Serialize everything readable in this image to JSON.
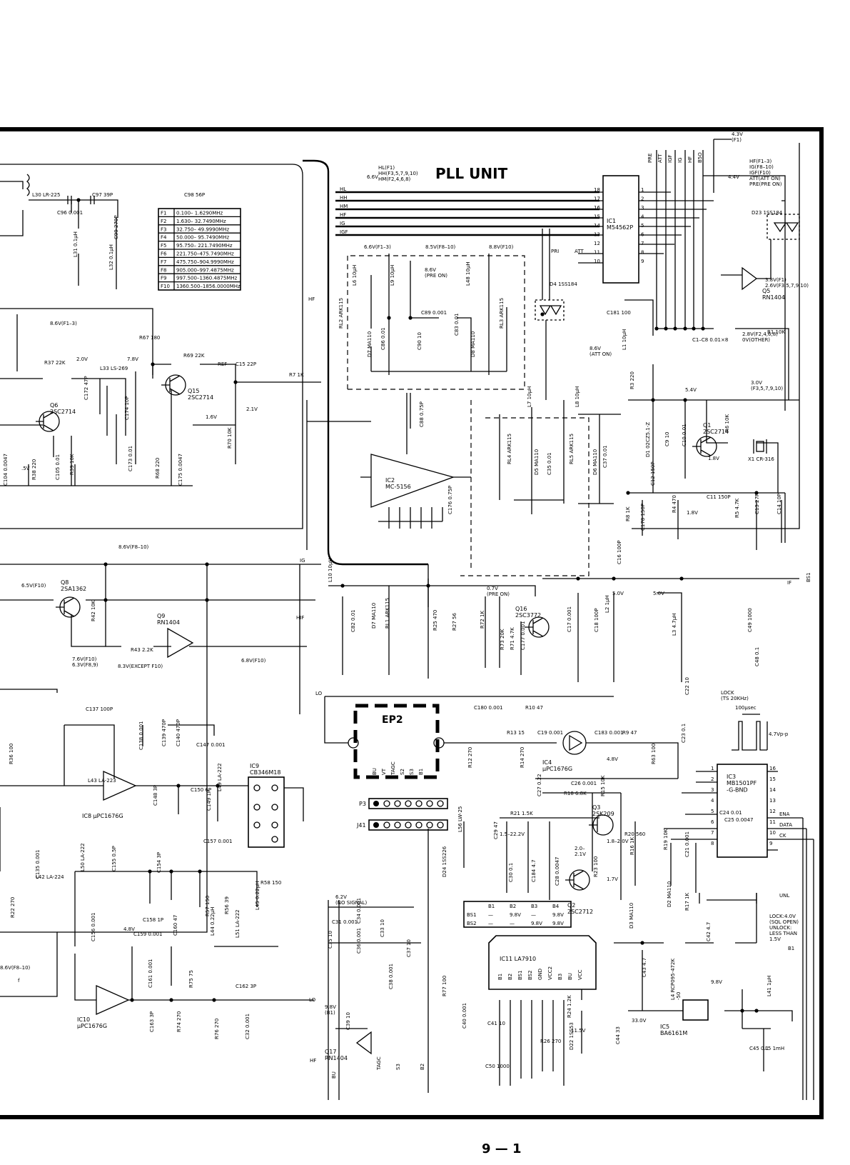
{
  "title": "PLL UNIT",
  "page_number": "9 — 1",
  "ep2_label": "EP2",
  "freq_table": [
    [
      "F1",
      "0.100– 1.6290MHz"
    ],
    [
      "F2",
      "1.630– 32.7490MHz"
    ],
    [
      "F3",
      "32.750– 49.9990MHz"
    ],
    [
      "F4",
      "50.000– 95.7490MHz"
    ],
    [
      "F5",
      "95.750– 221.7490MHz"
    ],
    [
      "F6",
      "221.750–475.7490MHz"
    ],
    [
      "F7",
      "475.750–904.9990MHz"
    ],
    [
      "F8",
      "905.000–997.4875MHz"
    ],
    [
      "F9",
      "997.500–1360.4875MHz"
    ],
    [
      "F10",
      "1360.500–1856.0000MHz"
    ]
  ],
  "ic_labels": {
    "ic1": "IC1\nM54562P",
    "ic2": "IC2\nMC-5156",
    "ic3": "IC3\nMB1501PF\n-G-BND",
    "ic4": "IC4\nµPC1676G",
    "ic5": "IC5\nBA6161M",
    "ic8": "IC8 µPC1676G",
    "ic9": "IC9\nCB346M18",
    "ic10": "IC10\nµPC1676G",
    "ic11": "IC11  LA7910"
  },
  "transistor_labels": {
    "q1": "Q1\n2SC2714",
    "q2": "Q2\n2SC2712",
    "q3": "Q3\n2SK209",
    "q5": "Q5\nRN1404",
    "q6": "Q6\n2SC2714",
    "q8": "Q8\n2SA1362",
    "q9": "Q9\nRN1404",
    "q15": "Q15\n2SC2714",
    "q16": "Q16\n2SC3772",
    "q17": "Q17\nRN1404"
  },
  "bus_lines": [
    "HL",
    "HH",
    "HM",
    "HF",
    "IG",
    "IGF"
  ],
  "ic1_left_pins": [
    "18",
    "17",
    "16",
    "15",
    "14",
    "13",
    "12",
    "11",
    "10"
  ],
  "ic1_right_pins": [
    "1",
    "2",
    "3",
    "4",
    "5",
    "6",
    "7",
    "8",
    "9"
  ],
  "top_right_bus": [
    "PRE",
    "ATT",
    "IGF",
    "IG",
    "HF",
    "B5O"
  ],
  "ic3_pins_left": [
    "1",
    "2",
    "3",
    "4",
    "5",
    "6",
    "7",
    "8"
  ],
  "ic3_pins_right": [
    "16",
    "15",
    "14",
    "13",
    "12",
    "11",
    "10",
    "9"
  ],
  "ic3_signals": [
    "ENA",
    "DATA",
    "CK"
  ],
  "connector_p3": "P3",
  "connector_j41": "J41",
  "ep2_pins": [
    "BU",
    "VT",
    "TAGC",
    "S2",
    "S3",
    "B1"
  ],
  "bs_table": {
    "headers": [
      "",
      "B1",
      "B2",
      "B3",
      "B4"
    ],
    "rows": [
      [
        "BS1",
        "—",
        "9.8V",
        "—",
        "9.8V"
      ],
      [
        "BS2",
        "—",
        "—",
        "9.8V",
        "9.8V"
      ]
    ]
  },
  "ic11_pins": [
    "B1",
    "B2",
    "BS1",
    "BS2",
    "GND",
    "VCC2",
    "B3",
    "BU",
    "VCC"
  ],
  "annotations": {
    "hl_note": "HL(F1)\nHH(F3,5,7,9,10)\nHM(F2,4,6,8)",
    "v66_short": "6.6V",
    "hf_note": "HF(F1–3)\nIG(F8–10)\nIGF(F10)\nATT(ATT ON)\nPRE(PRE ON)",
    "v43": "4.3V\n(F1)",
    "v44": "4.4V",
    "v66_f13": "6.6V(F1–3)",
    "v85_f810": "8.5V(F8–10)",
    "v88_f10": "8.8V(F10)",
    "v86_preon": "8.6V\n(PRE ON)",
    "v86_atton": "8.6V\n(ATT ON)",
    "v86_f13": "8.6V(F1–3)",
    "v38": "3.8V(F1)\n2.6V(F3,5,7,9,10)",
    "v28": "2.8V(F2,4,6,8)\n0V(OTHER)",
    "v30": "3.0V\n(F3,5,7,9,10)",
    "v54": "5.4V",
    "v18a": "1.8V",
    "v18b": "1.8V",
    "v20": "2.0V",
    "v78": "7.8V",
    "v21": "2.1V",
    "v16": "1.6V",
    "v86_f810": "8.6V(F8–10)",
    "v65_f10": "6.5V(F10)",
    "v76": "7.6V(F10)\n6.3V(F8,9)",
    "v83": "8.3V(EXCEPT F10)",
    "v68_f10": "6.8V(F10)",
    "v07": "0.7V\n(PRE ON)",
    "v50a": "5.0V",
    "v50b": "5.0V",
    "lock": "LOCK\n(TS 20KHz)",
    "usec": "100µsec",
    "vpp": "4.7Vp-p",
    "v48": "4.8V",
    "v48b": "4.8V",
    "v15_22": "1.5–22.2V",
    "v20_21": "2.0–\n2.1V",
    "v18_20": "1.8–2.0V",
    "v17": "1.7V",
    "v62": "6.2V\n(NO SIGNAL)",
    "v98a": "9.8V\n(B1)",
    "v98b": "9.8V",
    "v330": "33.0V",
    "v115": "11.5V",
    "lockv": "LOCK:4.0V\n(SQL OPEN)\nUNLOCK:\nLESS THAN\n1.5V",
    "v86_f810b": "8.6V(F8–10)",
    "v5": ".5V"
  },
  "net_labels": [
    "HF",
    "IG",
    "HIF",
    "LO",
    "IF",
    "BS1",
    "HF",
    "REF",
    "PRI",
    "ATT",
    "UNL",
    "TAGC",
    "S3",
    "B2",
    "BU",
    "B1",
    "LO",
    "f"
  ],
  "components": [
    [
      "L30",
      "LR-225"
    ],
    [
      "C97",
      "39P"
    ],
    [
      "C98",
      "56P"
    ],
    [
      "C96",
      "0.001"
    ],
    [
      "C99",
      "270P"
    ],
    [
      "L31",
      "0.1µH"
    ],
    [
      "L32",
      "0.1µH"
    ],
    [
      "R37",
      "22K"
    ],
    [
      "L33",
      "LS-269"
    ],
    [
      "R67",
      "180"
    ],
    [
      "R69",
      "22K"
    ],
    [
      "C15",
      "22P"
    ],
    [
      "R7",
      "1K"
    ],
    [
      "C172",
      "47P"
    ],
    [
      "C174",
      "10P"
    ],
    [
      "Q15",
      ""
    ],
    [
      "R68",
      "220"
    ],
    [
      "C175",
      "0.0047"
    ],
    [
      "C173",
      "0.01"
    ],
    [
      "R70",
      "10K"
    ],
    [
      "R38",
      "220"
    ],
    [
      "C105",
      "0.01"
    ],
    [
      "R39",
      "10K"
    ],
    [
      "C104",
      "0.0047"
    ],
    [
      "L6",
      "10µH"
    ],
    [
      "L9",
      "10µH"
    ],
    [
      "L48",
      "10µH"
    ],
    [
      "RL2",
      "ARK115"
    ],
    [
      "RL3",
      "ARK115"
    ],
    [
      "D7",
      "MA110"
    ],
    [
      "D8",
      "MA110"
    ],
    [
      "C86",
      "0.01"
    ],
    [
      "C89",
      "0.001"
    ],
    [
      "C90",
      "10"
    ],
    [
      "C83",
      "0.01"
    ],
    [
      "D4",
      "1SS184"
    ],
    [
      "C181",
      "100"
    ],
    [
      "C1–C8",
      "0.01×8"
    ],
    [
      "D23",
      "1SS184"
    ],
    [
      "R1",
      "10K"
    ],
    [
      "C88",
      "0.75P"
    ],
    [
      "C176",
      "0.75P"
    ],
    [
      "L7",
      "10µH"
    ],
    [
      "L8",
      "10µH"
    ],
    [
      "RL4",
      "ARK115"
    ],
    [
      "RL5",
      "ARK115"
    ],
    [
      "D5",
      "MA110"
    ],
    [
      "D6",
      "MA110"
    ],
    [
      "C35",
      "0.01"
    ],
    [
      "C37",
      "0.01"
    ],
    [
      "L1",
      "10µH"
    ],
    [
      "R3",
      "220"
    ],
    [
      "D1",
      "02CZ5.1-Z"
    ],
    [
      "C9",
      "10"
    ],
    [
      "C10",
      "0.01"
    ],
    [
      "R6",
      "10K"
    ],
    [
      "X1",
      "CR-316"
    ],
    [
      "C12",
      "150P"
    ],
    [
      "C11",
      "150P"
    ],
    [
      "R8",
      "1K"
    ],
    [
      "C178",
      "150P"
    ],
    [
      "R4",
      "470"
    ],
    [
      "R5",
      "4.7K"
    ],
    [
      "C13",
      "27P"
    ],
    [
      "C14",
      "10P"
    ],
    [
      "C16",
      "100P"
    ],
    [
      "R42",
      "10K"
    ],
    [
      "R43",
      "2.2K"
    ],
    [
      "L10",
      "10µH"
    ],
    [
      "C82",
      "0.01"
    ],
    [
      "D7",
      "MA110"
    ],
    [
      "RL1",
      "ARK115"
    ],
    [
      "R25",
      "470"
    ],
    [
      "R27",
      "56"
    ],
    [
      "R72",
      "1K"
    ],
    [
      "R73",
      "20K"
    ],
    [
      "R71",
      "4.7K"
    ],
    [
      "C177",
      "0.001"
    ],
    [
      "C17",
      "0.001"
    ],
    [
      "C18",
      "100P"
    ],
    [
      "L2",
      "1µH"
    ],
    [
      "L3",
      "4.7µH"
    ],
    [
      "C49",
      "1000"
    ],
    [
      "C48",
      "0.1"
    ],
    [
      "C180",
      "0.001"
    ],
    [
      "R10",
      "47"
    ],
    [
      "R12",
      "270"
    ],
    [
      "R13",
      "15"
    ],
    [
      "R14",
      "270"
    ],
    [
      "C19",
      "0.001"
    ],
    [
      "C183",
      "0.001"
    ],
    [
      "R9",
      "47"
    ],
    [
      "R63",
      "100"
    ],
    [
      "C22",
      "10"
    ],
    [
      "C23",
      "0.1"
    ],
    [
      "C26",
      "0.001"
    ],
    [
      "R18",
      "6.8K"
    ],
    [
      "C27",
      "0.22"
    ],
    [
      "R21",
      "1.5K"
    ],
    [
      "R15",
      "10K"
    ],
    [
      "R16",
      "1K"
    ],
    [
      "R19",
      "10K"
    ],
    [
      "C21",
      "0.001"
    ],
    [
      "C24",
      "0.01"
    ],
    [
      "C25",
      "0.0047"
    ],
    [
      "D2",
      "MA110"
    ],
    [
      "R17",
      "1K"
    ],
    [
      "R20",
      "560"
    ],
    [
      "R23",
      "100"
    ],
    [
      "C28",
      "0.0047"
    ],
    [
      "C29",
      "47"
    ],
    [
      "C30",
      "0.1"
    ],
    [
      "C184",
      "4.7"
    ],
    [
      "D24",
      "1SS226"
    ],
    [
      "L56",
      "LW-25"
    ],
    [
      "C137",
      "100P"
    ],
    [
      "L43",
      "LA-223"
    ],
    [
      "C138",
      "0.001"
    ],
    [
      "C139",
      "470P"
    ],
    [
      "C140",
      "470P"
    ],
    [
      "C147",
      "0.001"
    ],
    [
      "C148",
      "3P"
    ],
    [
      "C150",
      "6P"
    ],
    [
      "L49",
      "LA-222"
    ],
    [
      "C149",
      "1P"
    ],
    [
      "C157",
      "0.001"
    ],
    [
      "L50",
      "LA-222"
    ],
    [
      "C155",
      "0.5P"
    ],
    [
      "C154",
      "3P"
    ],
    [
      "C158",
      "1P"
    ],
    [
      "R57",
      "150"
    ],
    [
      "R56",
      "39"
    ],
    [
      "R58",
      "150"
    ],
    [
      "L45",
      "0.22µH"
    ],
    [
      "C156",
      "0.001"
    ],
    [
      "C159",
      "0.001"
    ],
    [
      "C160",
      "47"
    ],
    [
      "L44",
      "0.22µH"
    ],
    [
      "L51",
      "LA-222"
    ],
    [
      "C161",
      "0.001"
    ],
    [
      "R75",
      "75"
    ],
    [
      "C162",
      "3P"
    ],
    [
      "C163",
      "3P"
    ],
    [
      "R74",
      "270"
    ],
    [
      "R76",
      "270"
    ],
    [
      "C32",
      "0.001"
    ],
    [
      "C31",
      "0.001"
    ],
    [
      "C34",
      "0.001"
    ],
    [
      "C33",
      "10"
    ],
    [
      "C35",
      "10"
    ],
    [
      "C36",
      "0.001"
    ],
    [
      "C37",
      "10"
    ],
    [
      "C38",
      "0.001"
    ],
    [
      "R77",
      "100"
    ],
    [
      "C39",
      "10"
    ],
    [
      "C40",
      "0.001"
    ],
    [
      "C41",
      "10"
    ],
    [
      "C50",
      "1000"
    ],
    [
      "R26",
      "270"
    ],
    [
      "D22",
      "1SS53"
    ],
    [
      "R24",
      "1.2K"
    ],
    [
      "D3",
      "MA110"
    ],
    [
      "L4",
      "RCP095-472K\n-50"
    ],
    [
      "C42",
      "4.7"
    ],
    [
      "C43",
      "4.7"
    ],
    [
      "C44",
      "33"
    ],
    [
      "C45",
      "0.1"
    ],
    [
      "L5",
      "1mH"
    ],
    [
      "L41",
      "1µH"
    ],
    [
      "R22",
      "270"
    ],
    [
      "C135",
      "0.001"
    ],
    [
      "L42",
      "LA-224"
    ],
    [
      "R36",
      "100"
    ]
  ]
}
